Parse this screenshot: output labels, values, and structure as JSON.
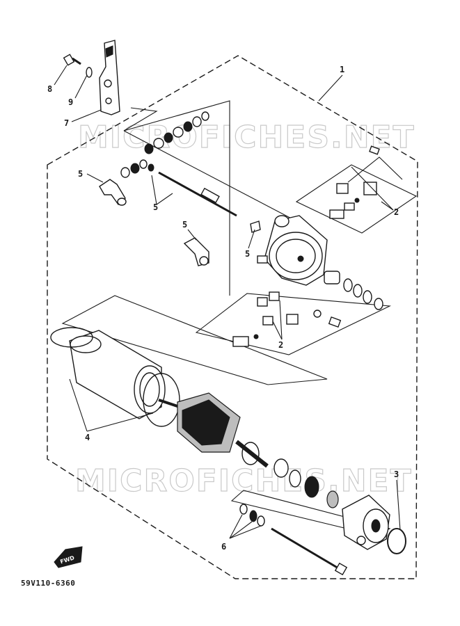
{
  "watermark": "MICROFICHES.NET",
  "diagram_code": "59V110-6360",
  "fwd_label": "FWD",
  "callouts": {
    "c1": "1",
    "c2a": "2",
    "c2b": "2",
    "c3": "3",
    "c4": "4",
    "c5a": "5",
    "c5b": "5",
    "c5c": "5",
    "c5d": "5",
    "c6": "6",
    "c7": "7",
    "c8": "8",
    "c9": "9"
  }
}
